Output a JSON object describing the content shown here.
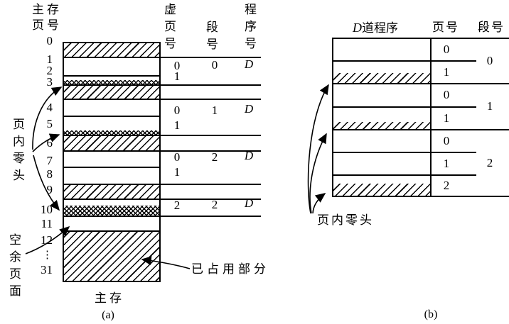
{
  "panel_a": {
    "col_header_line1": "主存",
    "col_header_line2": "页号",
    "page_numbers": [
      "0",
      "1",
      "2",
      "3",
      "4",
      "5",
      "6",
      "7",
      "8",
      "9",
      "10",
      "11",
      "12"
    ],
    "ellipsis": "⋮",
    "last_page_number": "31",
    "fragment_label": "页内零头",
    "free_pages_label": "空余页面",
    "occupied_label": "已占用部分",
    "memory_caption": "主存",
    "caption": "(a)",
    "table": {
      "header_vpage": "虚页号",
      "header_segment": "段号",
      "header_program": "程序号",
      "rows": [
        {
          "vp1": "0",
          "vp2": "1",
          "seg": "0",
          "prog": "D"
        },
        {
          "vp1": "0",
          "vp2": "1",
          "seg": "1",
          "prog": "D"
        },
        {
          "vp1": "0",
          "vp2": "1",
          "seg": "2",
          "prog": "D"
        },
        {
          "vp1": "2",
          "seg": "2",
          "prog": "D"
        }
      ]
    }
  },
  "panel_b": {
    "title_d": "D",
    "title_rest": "道程序",
    "header_page": "页号",
    "header_segment": "段号",
    "page_numbers": [
      "0",
      "1",
      "0",
      "1",
      "0",
      "1",
      "2"
    ],
    "segment_numbers": [
      "0",
      "1",
      "2"
    ],
    "fragment_label": "页内零头",
    "caption": "(b)"
  },
  "colors": {
    "ink": "#000000",
    "paper": "#ffffff"
  }
}
